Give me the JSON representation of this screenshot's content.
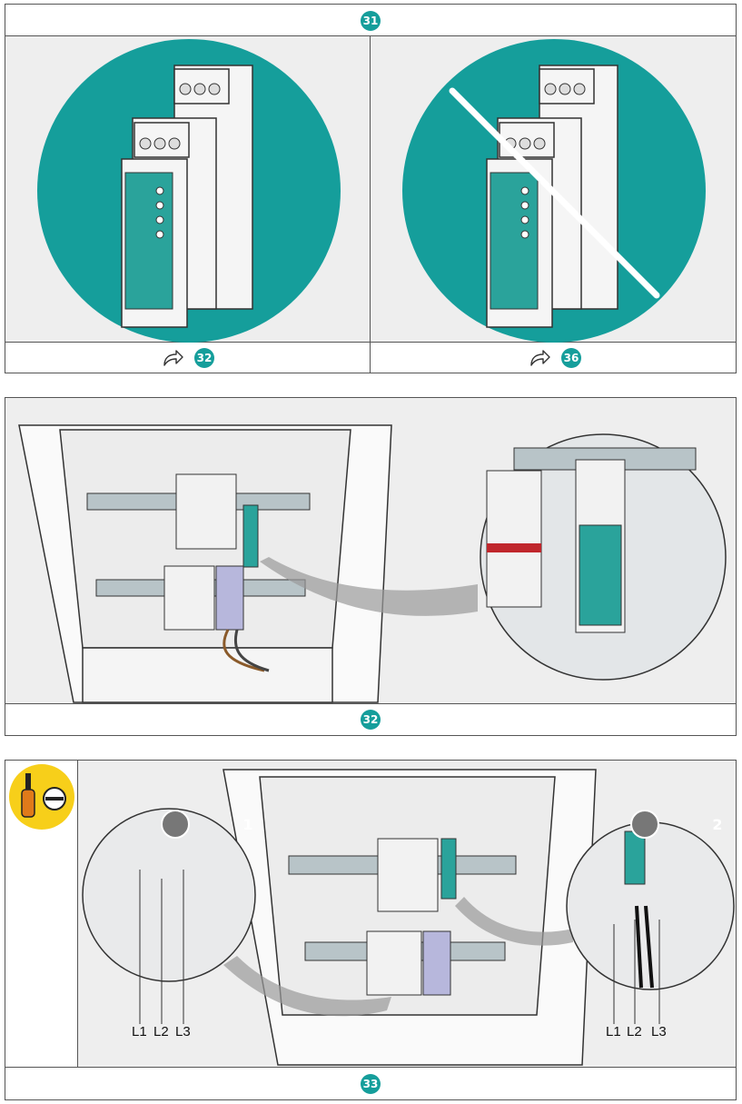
{
  "colors": {
    "accent": "#159e9b",
    "tool_badge": "#f7cf1a",
    "panel_bg": "#eeeeee",
    "device_teal": "#2aa39b"
  },
  "steps": {
    "top": {
      "header_step": "31",
      "left_next_step": "32",
      "right_next_step": "36",
      "arrow_icon": "arrow-curved-right-icon"
    },
    "middle": {
      "footer_step": "32"
    },
    "bottom": {
      "footer_step": "33",
      "tool_icon": "screwdriver-flat-icon",
      "callout_left_number": "1",
      "callout_right_number": "2",
      "left_phase_labels": [
        "L1",
        "L2",
        "L3"
      ],
      "right_phase_labels": [
        "L1",
        "L2",
        "L3"
      ]
    }
  }
}
